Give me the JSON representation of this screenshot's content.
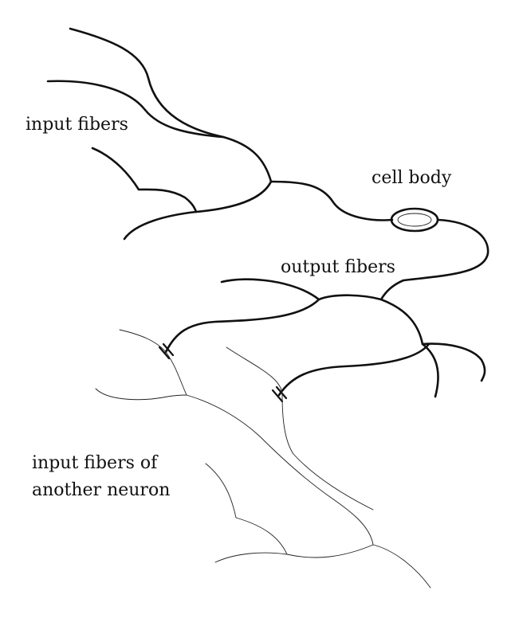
{
  "labels": {
    "input_fibers": "input fibers",
    "cell_body": "cell body",
    "output_fibers": "output fibers",
    "input_fibers_another_line1": "input fibers of",
    "input_fibers_another_line2": "another neuron"
  },
  "colors": {
    "line": "#111111",
    "background": "#ffffff"
  }
}
